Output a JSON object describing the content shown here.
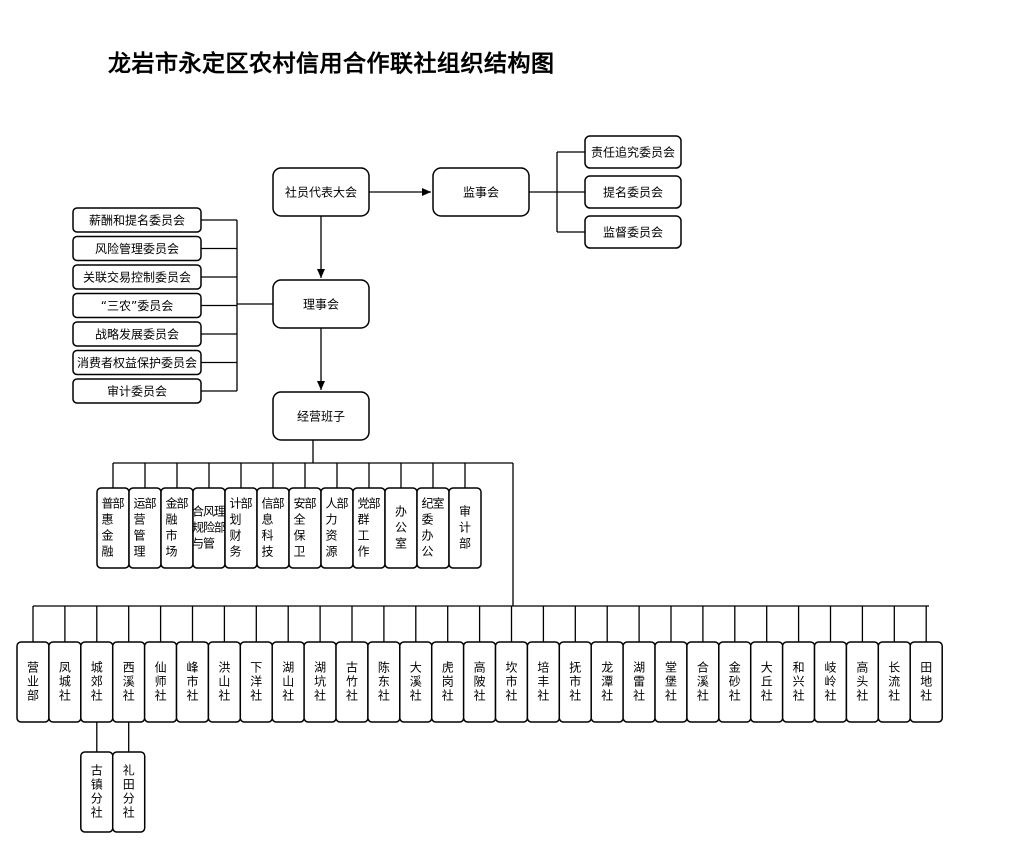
{
  "title": "龙岩市永定区农村信用合作联社组织结构图",
  "boxes": {
    "assembly": "社员代表大会",
    "supervisory_board": "监事会",
    "board": "理事会",
    "management": "经营班子"
  },
  "supervisory_committees": [
    "责任追究委员会",
    "提名委员会",
    "监督委员会"
  ],
  "board_committees": [
    "薪酬和提名委员会",
    "风险管理委员会",
    "关联交易控制委员会",
    "“三农”委员会",
    "战略发展委员会",
    "消费者权益保护委员会",
    "审计委员会"
  ],
  "departments": [
    "普惠金融部",
    "运营管理部",
    "金融市场部",
    "合规与风险管理部",
    "计划财务部",
    "信息科技部",
    "安全保卫部",
    "人力资源部",
    "党群工作部",
    "办公室",
    "纪委办公室",
    "审计部"
  ],
  "branches": [
    "营业部",
    "凤城社",
    "城郊社",
    "西溪社",
    "仙师社",
    "峰市社",
    "洪山社",
    "下洋社",
    "湖山社",
    "湖坑社",
    "古竹社",
    "陈东社",
    "大溪社",
    "虎岗社",
    "高陂社",
    "坎市社",
    "培丰社",
    "抚市社",
    "龙潭社",
    "湖雷社",
    "堂堡社",
    "合溪社",
    "金砂社",
    "大丘社",
    "和兴社",
    "岐岭社",
    "高头社",
    "长流社",
    "田地社"
  ],
  "sub_branches": {
    "城郊社": [
      "古镇分社"
    ],
    "西溪社": [
      "礼田分社"
    ]
  }
}
